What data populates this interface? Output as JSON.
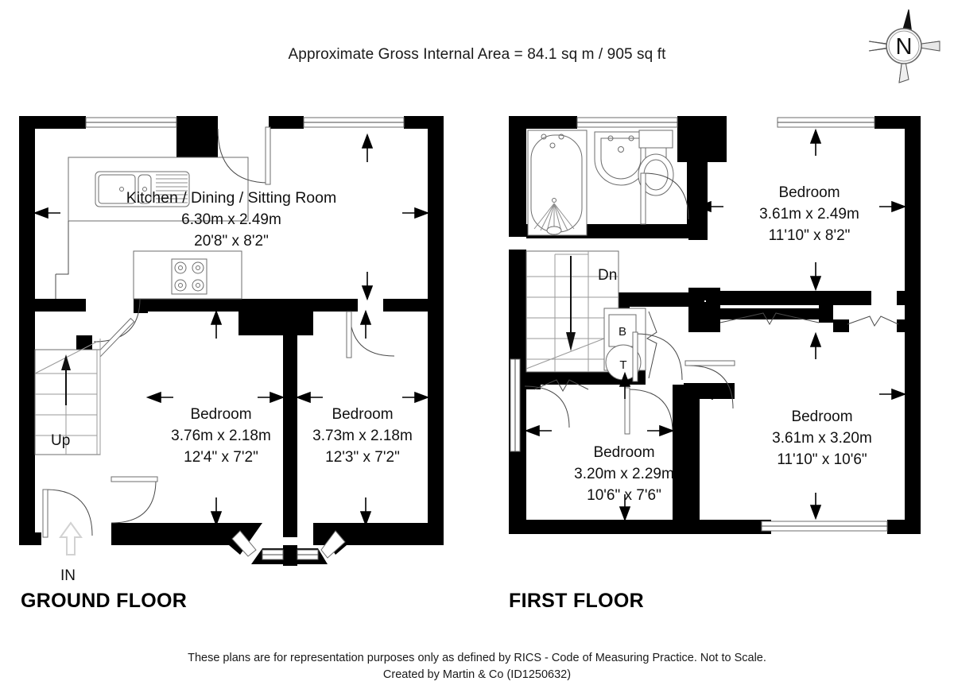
{
  "header": {
    "area_note": "Approximate Gross Internal Area = 84.1 sq m / 905 sq ft"
  },
  "compass": {
    "label": "N",
    "name": "compass-rose"
  },
  "floors": [
    {
      "id": "ground",
      "title": "GROUND FLOOR",
      "rooms": [
        {
          "name": "Kitchen / Dining / Sitting Room",
          "metric": "6.30m x 2.49m",
          "imperial": "20'8\" x 8'2\""
        },
        {
          "name": "Bedroom",
          "metric": "3.76m x 2.18m",
          "imperial": "12'4\" x 7'2\""
        },
        {
          "name": "Bedroom",
          "metric": "3.73m x 2.18m",
          "imperial": "12'3\" x 7'2\""
        }
      ],
      "annotations": [
        {
          "key": "stairs_direction",
          "text": "Up"
        },
        {
          "key": "entrance",
          "text": "IN"
        }
      ]
    },
    {
      "id": "first",
      "title": "FIRST FLOOR",
      "rooms": [
        {
          "name": "Bedroom",
          "metric": "3.61m x 2.49m",
          "imperial": "11'10\" x 8'2\""
        },
        {
          "name": "Bedroom",
          "metric": "3.61m x 3.20m",
          "imperial": "11'10\" x 10'6\""
        },
        {
          "name": "Bedroom",
          "metric": "3.20m x 2.29m",
          "imperial": "10'6\" x 7'6\""
        }
      ],
      "annotations": [
        {
          "key": "stairs_direction",
          "text": "Dn"
        },
        {
          "key": "boiler",
          "text": "B"
        },
        {
          "key": "tank",
          "text": "T"
        }
      ]
    }
  ],
  "footer": {
    "line1": "These plans are for representation purposes only as defined by RICS - Code of Measuring Practice. Not to Scale.",
    "line2": "Created by Martin & Co (ID1250632)"
  },
  "colors": {
    "wall": "#000000",
    "fixture_stroke": "#6e6e6e",
    "text": "#111111",
    "background": "#ffffff"
  }
}
